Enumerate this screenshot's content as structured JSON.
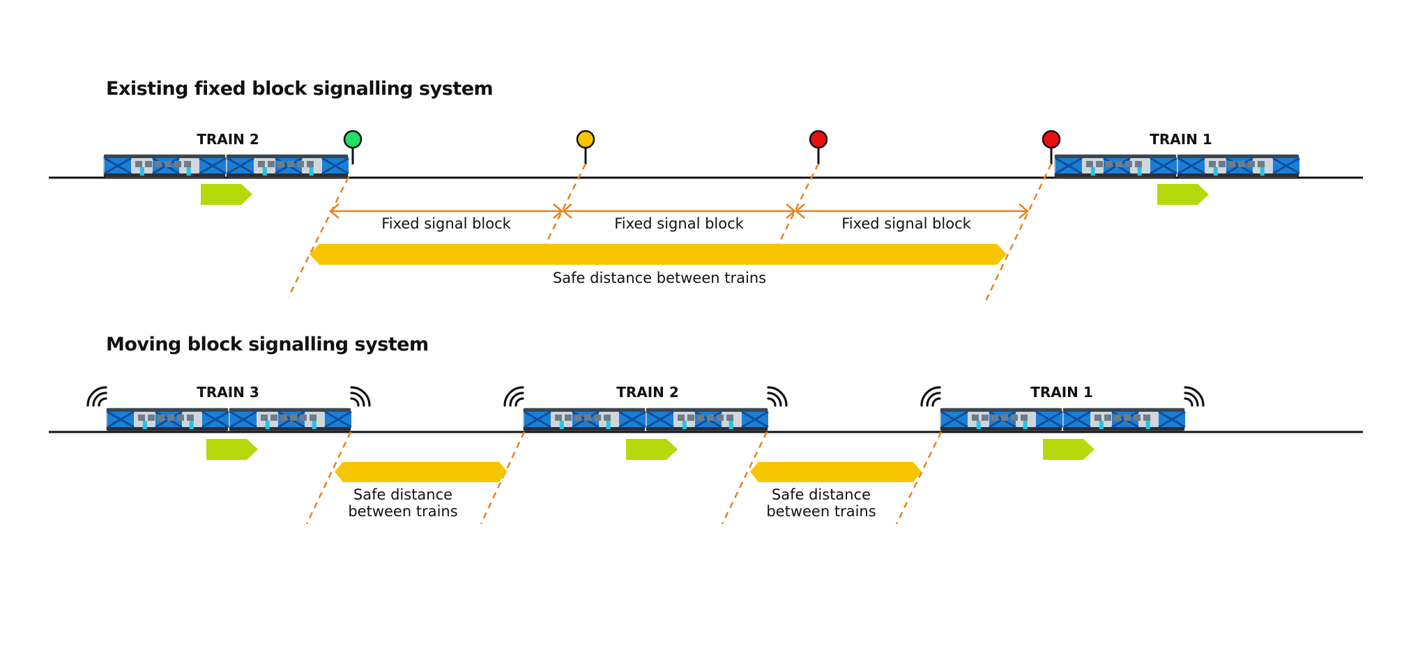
{
  "colors": {
    "track": "#111111",
    "dashed_guide": "#e8821e",
    "block_arrow": "#e8821e",
    "safe_distance": "#f7c600",
    "direction_arrow": "#b5d90a",
    "signal_green": "#22dd66",
    "signal_yellow": "#f7c600",
    "signal_red": "#e81010",
    "train_body": "#cfd6dc",
    "train_livery": "#1a7fd6"
  },
  "fixed": {
    "title": "Existing fixed block signalling system",
    "trains": [
      "TRAIN 2",
      "TRAIN 1"
    ],
    "signals": [
      "signal_green",
      "signal_yellow",
      "signal_red",
      "signal_red"
    ],
    "blocks": [
      "Fixed signal block",
      "Fixed signal block",
      "Fixed signal block"
    ],
    "safe_distance_label": "Safe distance between trains"
  },
  "moving": {
    "title": "Moving block signalling system",
    "trains": [
      "TRAIN 3",
      "TRAIN 2",
      "TRAIN 1"
    ],
    "safe_distance_labels": [
      [
        "Safe distance",
        "between trains"
      ],
      [
        "Safe distance",
        "between trains"
      ]
    ]
  },
  "icons": [
    "signal-post-icon",
    "radio-waves-icon",
    "direction-arrow-icon",
    "train-icon"
  ]
}
